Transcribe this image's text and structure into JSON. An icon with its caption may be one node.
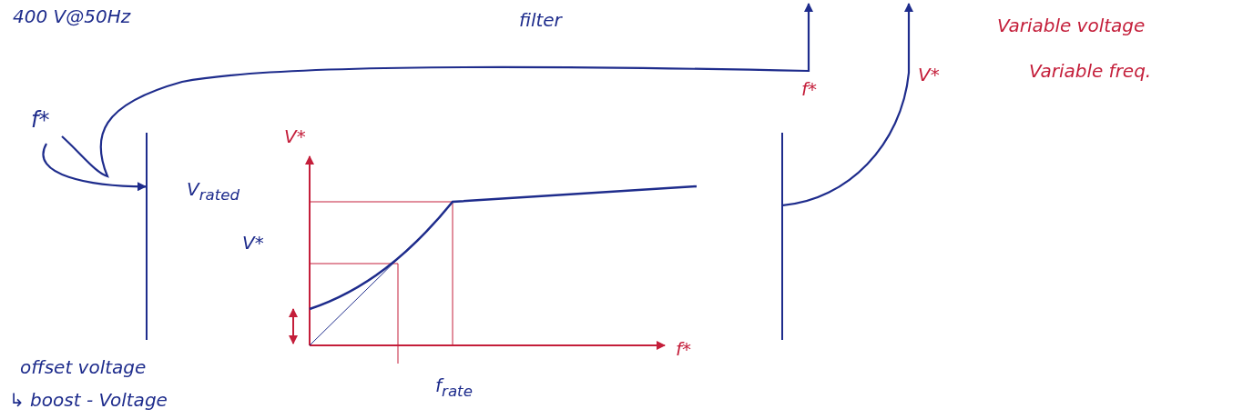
{
  "diagram": {
    "nodes": [
      {
        "text": [
          "f*"
        ]
      },
      {
        "text": [],
        "shape": "box"
      }
    ],
    "edges": [
      {
        "from": 0,
        "to": 1,
        "arrow": "to"
      },
      {
        "from": 0,
        "to": null,
        "arrow": "to"
      },
      {
        "from": 1,
        "to": null,
        "arrow": "to"
      }
    ],
    "labels": [
      "400 V@50Hz",
      "filter",
      "Variable voltage",
      "f*",
      "V*",
      "Variable freq.",
      "V*",
      "V$_{rated}$",
      "V*",
      "f*",
      "f$_{rate}$",
      "offset voltage",
      "↳ boost - Voltage"
    ]
  }
}
